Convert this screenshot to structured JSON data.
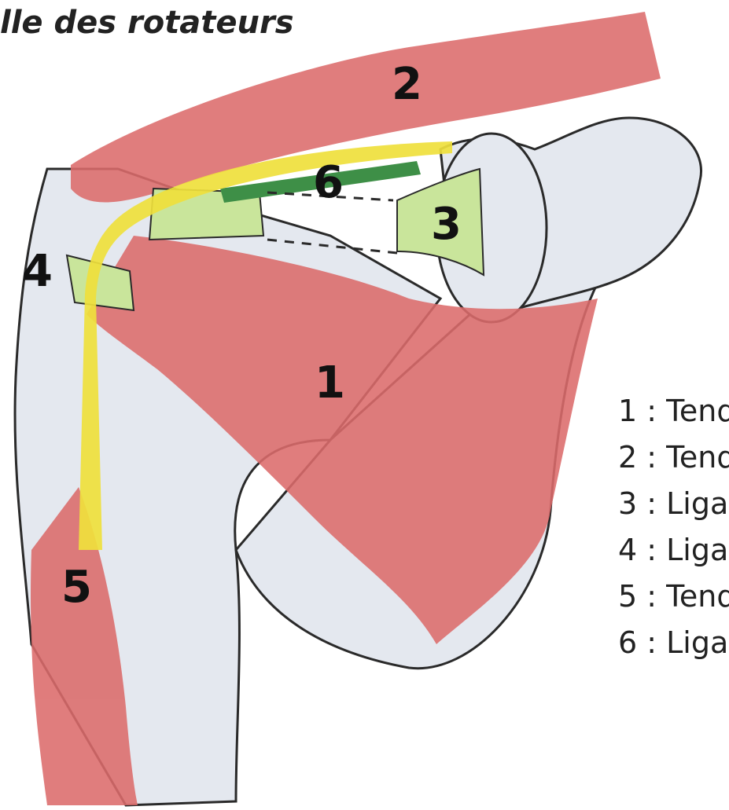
{
  "title": "lle des rotateurs",
  "structure_labels": [
    "1",
    "2",
    "3",
    "4",
    "5",
    "6"
  ],
  "legend": [
    "1 : Tend",
    "2 : Tend",
    "3 : Liga",
    "4 : Liga",
    "5 : Tend",
    "6 : Liga"
  ],
  "colors": {
    "muscle": "#dc6b6b",
    "bone": "#e4e8ef",
    "ligament": "#c9e59b",
    "ligament_dark": "#3e8f47",
    "tendon_yellow": "#efe03c",
    "outline": "#2a2a2a"
  }
}
